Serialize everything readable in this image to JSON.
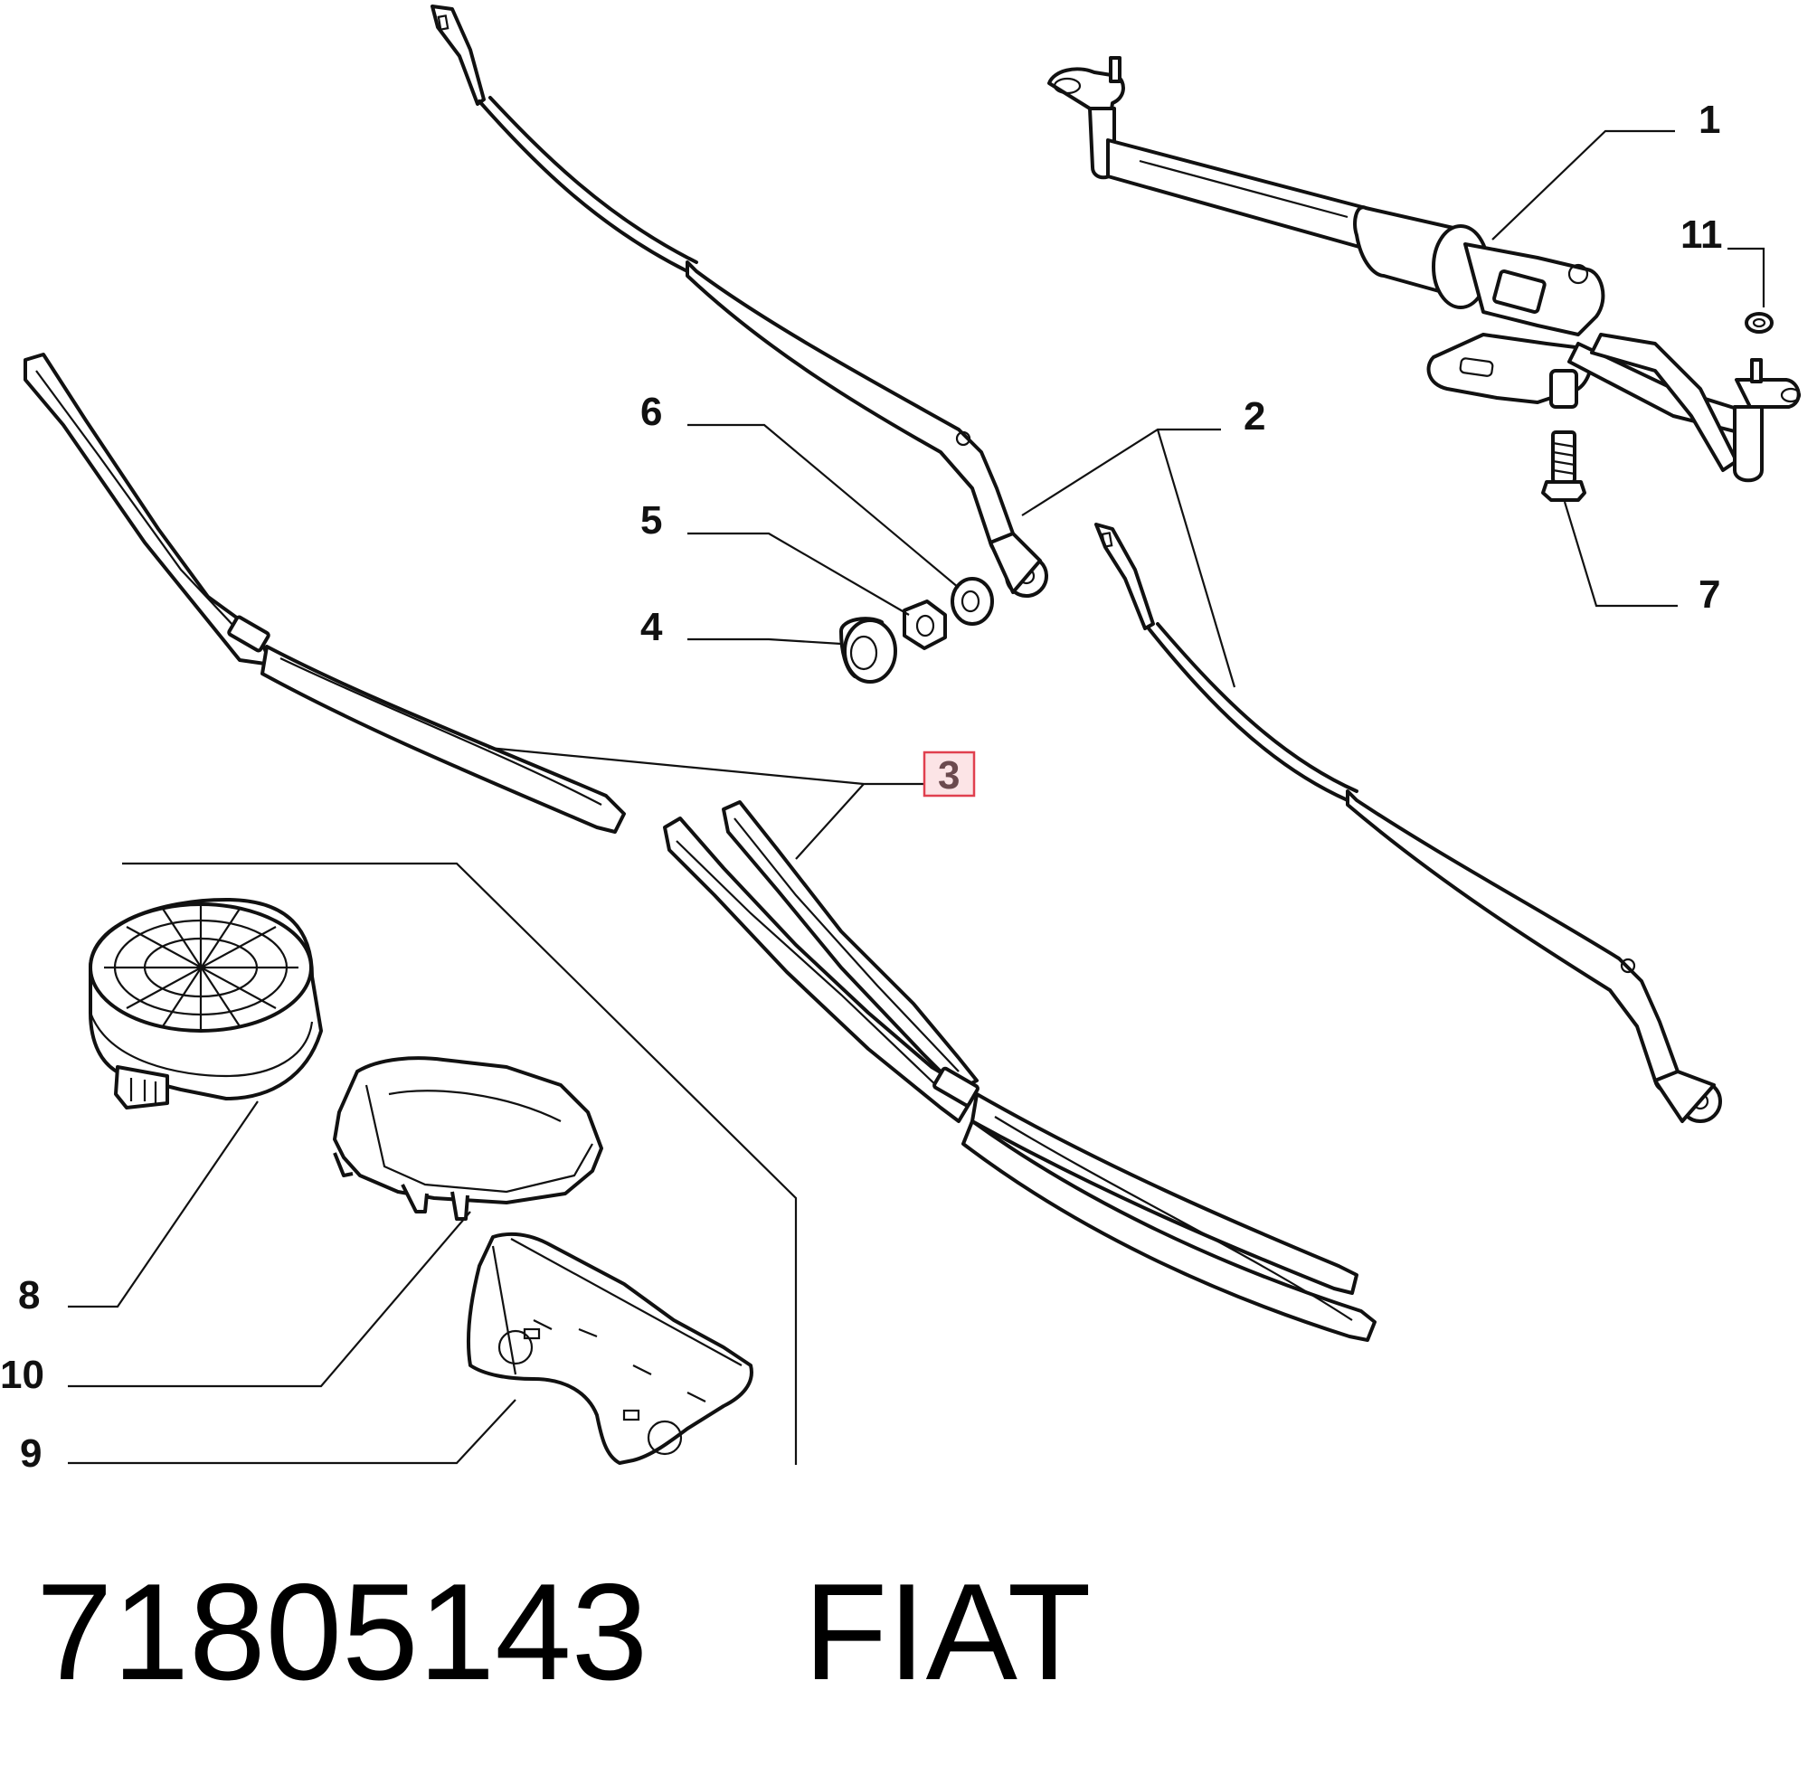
{
  "callouts": {
    "c1": "1",
    "c2": "2",
    "c3": "3",
    "c4": "4",
    "c5": "5",
    "c6": "6",
    "c7": "7",
    "c8": "8",
    "c9": "9",
    "c10": "10",
    "c11": "11"
  },
  "highlighted_callout": "3",
  "footer": {
    "part_number": "71805143",
    "brand": "FIAT"
  },
  "colors": {
    "line": "#111111",
    "highlight_fill": "#fce4e6",
    "highlight_border": "#e0404f"
  }
}
